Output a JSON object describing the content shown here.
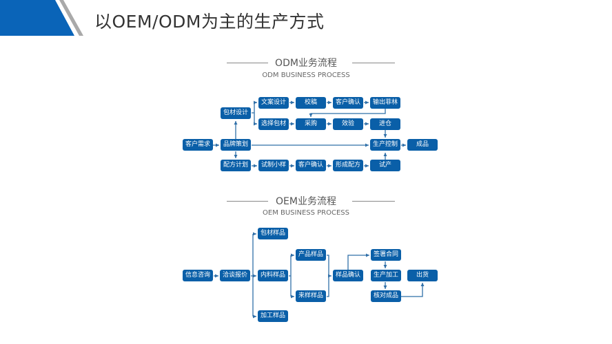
{
  "header": {
    "title": "以OEM/ODM为主的生产方式",
    "accent_color": "#0a64b8",
    "stripe_color": "#a9a9a9"
  },
  "odm": {
    "title": "ODM业务流程",
    "subtitle": "ODM BUSINESS PROCESS",
    "nodes": {
      "customer_demand": "客户需求",
      "brand_planning": "品牌策划",
      "packaging_design": "包材设计",
      "copy_design": "文案设计",
      "select_packaging": "选择包材",
      "proofreading": "校稿",
      "customer_confirm_1": "客户确认",
      "output_film": "输出菲林",
      "purchase": "采购",
      "inspection": "效验",
      "warehousing": "进仓",
      "production_control": "生产控制",
      "finished_product": "成品",
      "formula_plan": "配方计划",
      "trial_sample": "试制小样",
      "customer_confirm_2": "客户确认",
      "form_formula": "形成配方",
      "trial_production": "试产"
    }
  },
  "oem": {
    "title": "OEM业务流程",
    "subtitle": "OEM BUSINESS PROCESS",
    "nodes": {
      "info_consult": "信息咨询",
      "negotiate_quote": "洽谈报价",
      "packaging_sample": "包材样品",
      "content_sample": "内料样品",
      "processing_sample": "加工样品",
      "product_sample": "产品样品",
      "incoming_sample": "来样样品",
      "sample_confirm": "样品确认",
      "sign_contract": "签署合同",
      "production_processing": "生产加工",
      "check_product": "核对成品",
      "shipping": "出货"
    }
  },
  "colors": {
    "box": "#0a5fa8",
    "line": "#2f6fa8"
  }
}
